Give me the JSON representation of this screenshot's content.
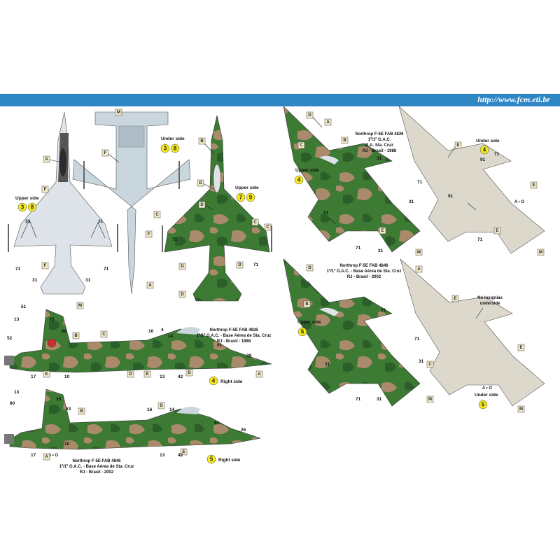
{
  "header": {
    "url": "http://www.fcm.eti.br",
    "bar_color": "#2f86c4"
  },
  "colors": {
    "green": "#3d7a34",
    "dark_green": "#2c5e2a",
    "tan": "#a98a6b",
    "light_grey": "#dde3e8",
    "light_blue_grey": "#c9d6de",
    "light_gray_beige": "#dcd8cc",
    "yellow_marker": "#f5ea1d",
    "label_box": "#f1e9c8"
  },
  "left_panel": {
    "upper_side_label": "Upper side",
    "upper_side_markers": [
      "3",
      "8"
    ],
    "under_side_label": "Under side",
    "under_side_markers": [
      "3",
      "8"
    ],
    "camo_upper_label": "Upper side",
    "camo_upper_markers": [
      "7",
      "9"
    ],
    "profile1": {
      "title": "Northrop F-5E FAB 4826",
      "line2": "1º/1º G.A.C. - Base Aérea de Sta. Cruz",
      "line3": "RJ - Brasil - 1988",
      "side_marker": "4",
      "side_label": "Right side"
    },
    "profile2": {
      "title": "Northrop F-5E FAB 4846",
      "line2": "1º/1º G.A.C. - Base Aérea de Sta. Cruz",
      "line3": "RJ - Brasil - 2002",
      "side_marker": "5",
      "side_label": "Right side"
    }
  },
  "right_panel": {
    "caption1": {
      "title": "Northrop F-5E FAB 4826",
      "line2": "1º/1º G.A.C.",
      "line3": "B.A. Sta. Cruz",
      "line4": "RJ - Brasil - 1988"
    },
    "upper_side1_label": "Upper side",
    "upper_side1_marker": "4",
    "under_side1_label": "Under side",
    "under_side1_marker": "4",
    "caption2": {
      "title": "Northrop F-5E FAB 4846",
      "line2": "1º/1º G.A.C. - Base Aérea de Sta. Cruz",
      "line3": "RJ - Brasil - 2002"
    },
    "upper_side2_label": "Upper side",
    "upper_side2_marker": "5",
    "no_insignias_line1": "No insignias",
    "no_insignias_line2": "underside",
    "under_side2_label": "Under side",
    "under_side2_marker": "5",
    "ao_label": "A • O"
  },
  "callouts": {
    "A": "A",
    "B": "B",
    "C": "C",
    "D": "D",
    "E": "E",
    "F": "F",
    "M": "M",
    "n4": "4",
    "n10": "10",
    "n13": "13",
    "n14": "14",
    "n16": "16",
    "n17": "17",
    "n26": "26",
    "n28": "28",
    "n31": "31",
    "n35": "35",
    "n42": "42",
    "n51": "51",
    "n52": "52",
    "n61": "61",
    "n63": "63",
    "n68": "68",
    "n71": "71",
    "n80": "80",
    "n91": "91"
  }
}
